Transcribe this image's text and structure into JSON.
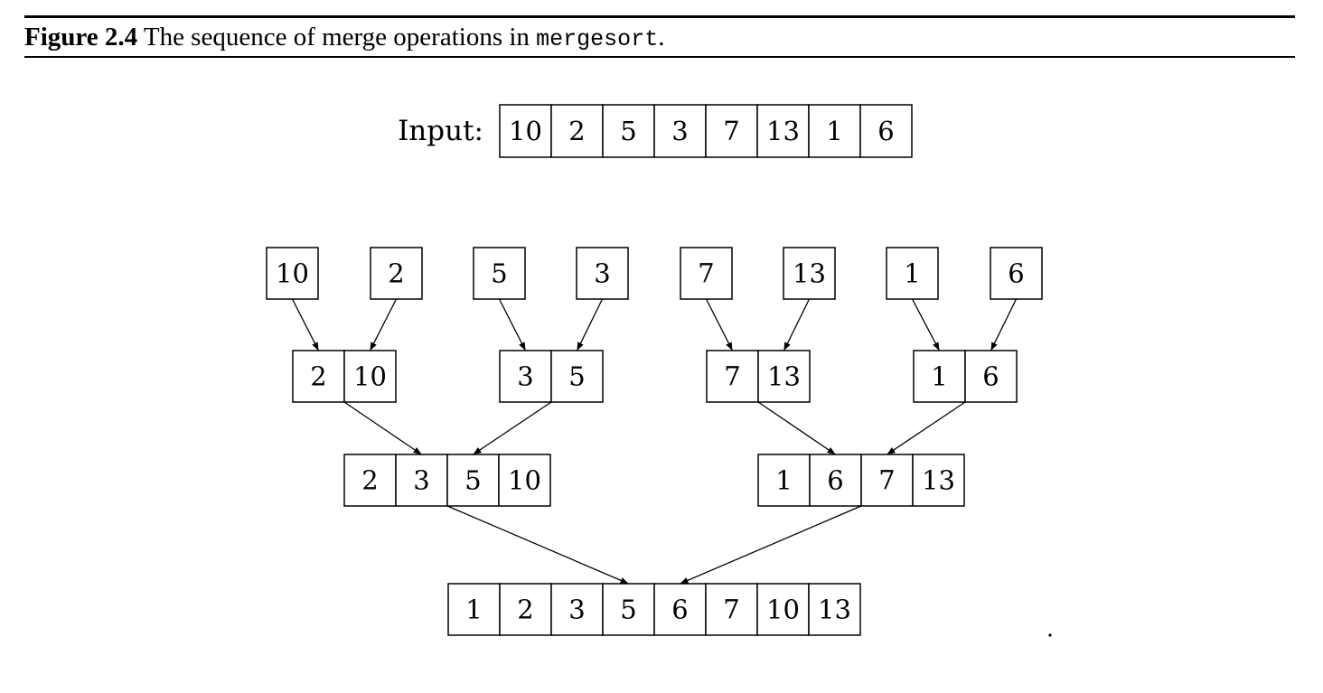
{
  "caption": {
    "figure_label": "Figure 2.4",
    "text": " The sequence of merge operations in ",
    "code": "mergesort",
    "end": "."
  },
  "input": {
    "label": "Input:",
    "values": [
      "10",
      "2",
      "5",
      "3",
      "7",
      "13",
      "1",
      "6"
    ]
  },
  "levels": [
    {
      "groups": [
        [
          "10"
        ],
        [
          "2"
        ],
        [
          "5"
        ],
        [
          "3"
        ],
        [
          "7"
        ],
        [
          "13"
        ],
        [
          "1"
        ],
        [
          "6"
        ]
      ]
    },
    {
      "groups": [
        [
          "2",
          "10"
        ],
        [
          "3",
          "5"
        ],
        [
          "7",
          "13"
        ],
        [
          "1",
          "6"
        ]
      ]
    },
    {
      "groups": [
        [
          "2",
          "3",
          "5",
          "10"
        ],
        [
          "1",
          "6",
          "7",
          "13"
        ]
      ]
    },
    {
      "groups": [
        [
          "1",
          "2",
          "3",
          "5",
          "6",
          "7",
          "10",
          "13"
        ]
      ]
    }
  ]
}
